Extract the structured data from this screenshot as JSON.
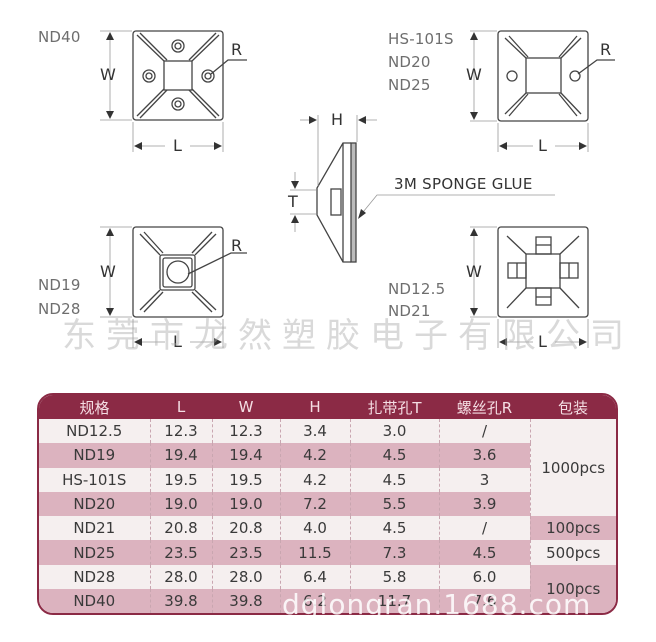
{
  "diagrams": {
    "top_left": {
      "models": [
        "ND40"
      ],
      "dim_w": "W",
      "dim_l": "L",
      "dim_r": "R"
    },
    "top_right": {
      "models": [
        "HS-101S",
        "ND20",
        "ND25"
      ],
      "dim_w": "W",
      "dim_l": "L",
      "dim_r": "R"
    },
    "side_profile": {
      "dim_h": "H",
      "dim_t": "T",
      "glue_label": "3M SPONGE GLUE"
    },
    "bottom_left": {
      "models": [
        "ND19",
        "ND28"
      ],
      "dim_w": "W",
      "dim_l": "L",
      "dim_r": "R"
    },
    "bottom_right": {
      "models": [
        "ND12.5",
        "ND21"
      ],
      "dim_w": "W",
      "dim_l": "L"
    }
  },
  "watermark_company": "东莞市龙然塑胶电子有限公司",
  "watermark_site": "dglongran.1688.com",
  "table": {
    "colors": {
      "header_bg": "#8b2a45",
      "row_dark": "#dcb3bf",
      "row_light": "#f5efef"
    },
    "headers": [
      "规格",
      "L",
      "W",
      "H",
      "扎带孔T",
      "螺丝孔R",
      "包装"
    ],
    "rows": [
      {
        "model": "ND12.5",
        "L": "12.3",
        "W": "12.3",
        "H": "3.4",
        "T": "3.0",
        "R": "/"
      },
      {
        "model": "ND19",
        "L": "19.4",
        "W": "19.4",
        "H": "4.2",
        "T": "4.5",
        "R": "3.6"
      },
      {
        "model": "HS-101S",
        "L": "19.5",
        "W": "19.5",
        "H": "4.2",
        "T": "4.5",
        "R": "3"
      },
      {
        "model": "ND20",
        "L": "19.0",
        "W": "19.0",
        "H": "7.2",
        "T": "5.5",
        "R": "3.9"
      },
      {
        "model": "ND21",
        "L": "20.8",
        "W": "20.8",
        "H": "4.0",
        "T": "4.5",
        "R": "/"
      },
      {
        "model": "ND25",
        "L": "23.5",
        "W": "23.5",
        "H": "11.5",
        "T": "7.3",
        "R": "4.5"
      },
      {
        "model": "ND28",
        "L": "28.0",
        "W": "28.0",
        "H": "6.4",
        "T": "5.8",
        "R": "6.0"
      },
      {
        "model": "ND40",
        "L": "39.8",
        "W": "39.8",
        "H": "6.2",
        "T": "11.7",
        "R": "7.6"
      }
    ],
    "packaging": [
      {
        "label": "1000pcs",
        "rows": "ND12.5–ND20"
      },
      {
        "label": "100pcs",
        "rows": "ND21"
      },
      {
        "label": "500pcs",
        "rows": "ND25"
      },
      {
        "label": "100pcs",
        "rows": "ND28–ND40"
      }
    ]
  }
}
